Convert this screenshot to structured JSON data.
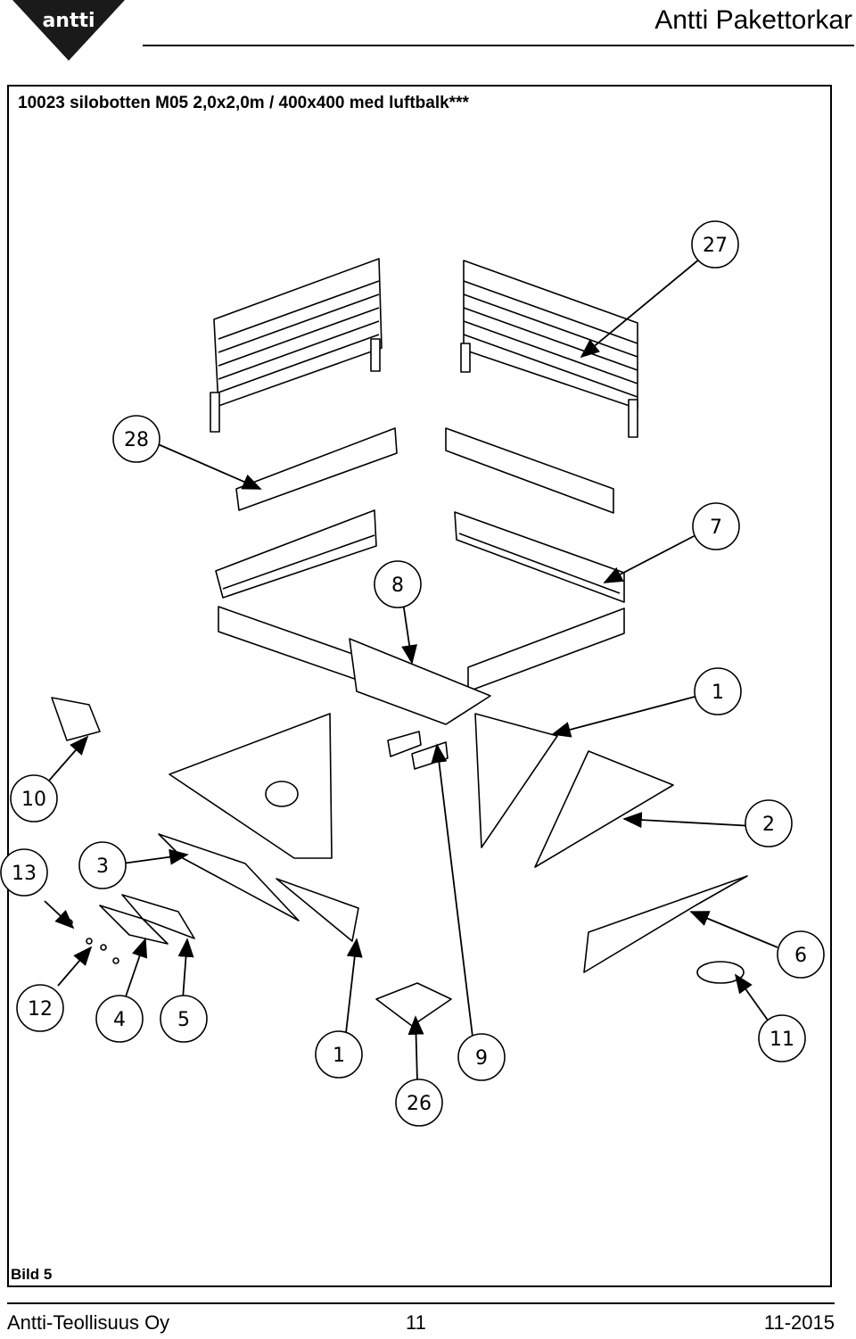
{
  "header": {
    "logo_text": "antti",
    "brand": "Antti Pakettorkar"
  },
  "document": {
    "title": "10023 silobotten M05 2,0x2,0m / 400x400 med luftbalk***",
    "figure_label": "Bild 5"
  },
  "callouts": [
    "27",
    "28",
    "7",
    "8",
    "1",
    "10",
    "2",
    "13",
    "3",
    "6",
    "12",
    "4",
    "5",
    "1",
    "9",
    "11",
    "26"
  ],
  "footer": {
    "company": "Antti-Teollisuus Oy",
    "page_number": "11",
    "date": "11-2015"
  }
}
